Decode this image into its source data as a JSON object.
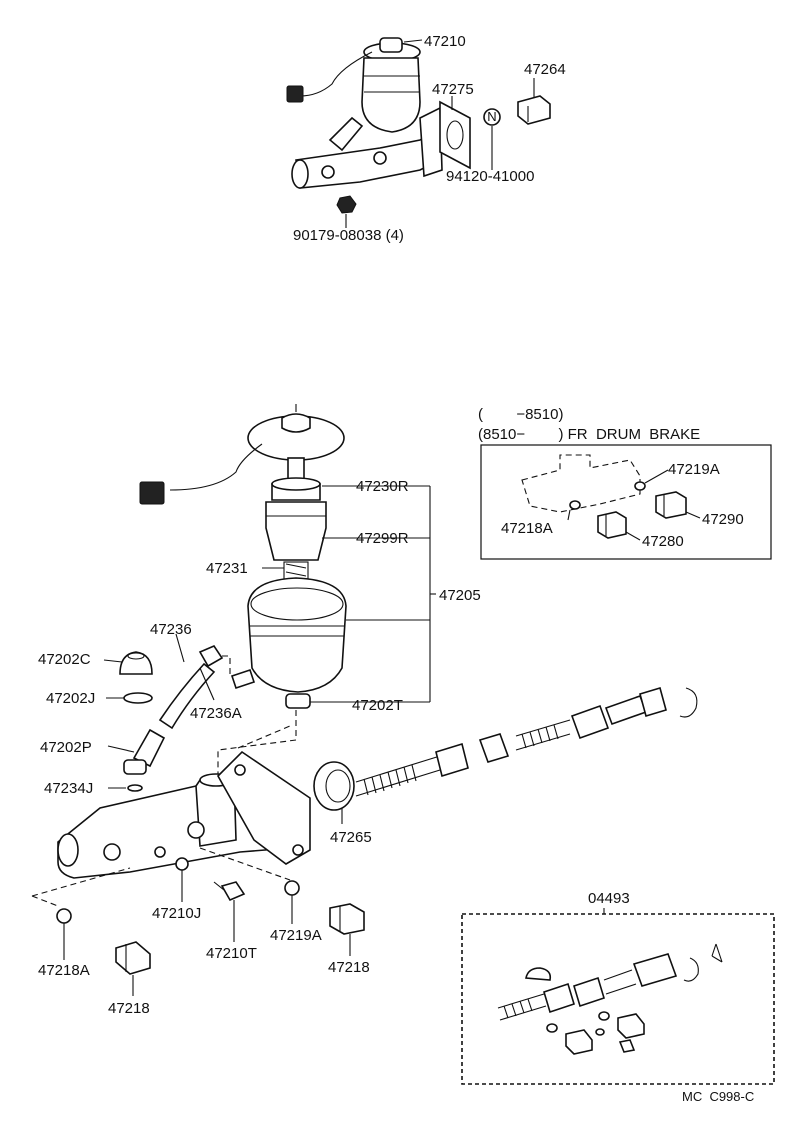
{
  "top_assembly": {
    "labels": {
      "p47210": "47210",
      "p47264": "47264",
      "p47275": "47275",
      "n_symbol": "N",
      "p94120": "94120-41000",
      "p90179": "90179-08038 (4)"
    }
  },
  "fr_drum_brake": {
    "range_end": "(        −8510)",
    "range_start": "(8510−        ) FR  DRUM  BRAKE",
    "labels": {
      "p47219A": "47219A",
      "p47218A": "47218A",
      "p47290": "47290",
      "p47280": "47280"
    }
  },
  "main_assembly": {
    "labels": {
      "p47230R": "47230R",
      "p47299R": "47299R",
      "p47231": "47231",
      "p47205": "47205",
      "p47236": "47236",
      "p47202C": "47202C",
      "p47202J": "47202J",
      "p47236A": "47236A",
      "p47202T": "47202T",
      "p47202P": "47202P",
      "p47234J": "47234J",
      "p47265": "47265",
      "p47210J": "47210J",
      "p47219A": "47219A",
      "p47210T": "47210T",
      "p47218A": "47218A",
      "p47218_right": "47218",
      "p47218_left": "47218"
    }
  },
  "kit": {
    "label": "04493"
  },
  "footer": {
    "code": "MC  C998-C"
  }
}
